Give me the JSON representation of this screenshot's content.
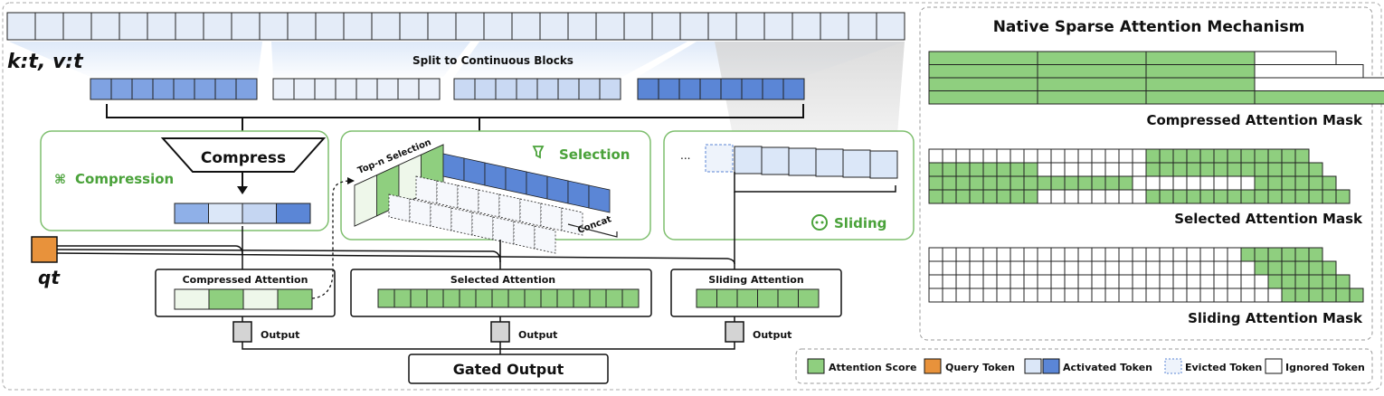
{
  "colors": {
    "green": "#8fcf7f",
    "green_dark": "#4aa23a",
    "blue_dark": "#5b86d6",
    "blue_light": "#dbe7f8",
    "orange": "#e8923b",
    "panel_border": "#7fbf6f",
    "dashed": "#999999"
  },
  "left": {
    "kv_label": "k:t, v:t",
    "q_label": "qt",
    "split_label": "Split to Continuous Blocks",
    "compress_label": "Compress",
    "compression_title": "Compression",
    "selection_title": "Selection",
    "topn_label": "Top-n Selection",
    "concat_label": "Concat",
    "sliding_title": "Sliding",
    "ellipsis": "...",
    "compressed_attention": "Compressed Attention",
    "selected_attention": "Selected Attention",
    "sliding_attention": "Sliding Attention",
    "output_label": "Output",
    "gated_output": "Gated Output",
    "compression_icon": "compress-arrows-icon",
    "selection_icon": "filter-icon",
    "sliding_icon": "sliding-window-icon"
  },
  "right": {
    "title": "Native Sparse Attention Mechanism",
    "compressed_mask_label": "Compressed Attention Mask",
    "selected_mask_label": "Selected Attention Mask",
    "sliding_mask_label": "Sliding Attention Mask"
  },
  "legend": {
    "attention_score": "Attention Score",
    "query_token": "Query Token",
    "activated_token": "Activated Token",
    "evicted_token": "Evicted Token",
    "ignored_token": "Ignored Token"
  }
}
